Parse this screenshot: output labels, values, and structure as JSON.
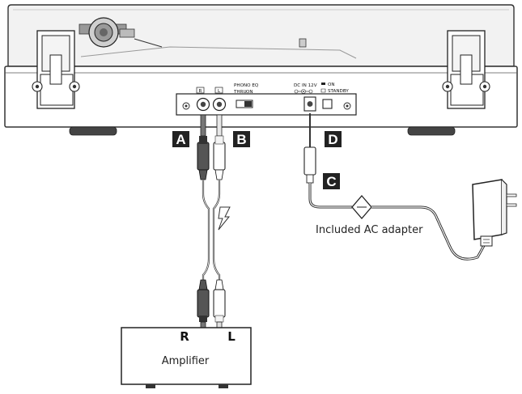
{
  "badges": {
    "a": "A",
    "b": "B",
    "c": "C",
    "d": "D"
  },
  "panel": {
    "r_jack": "R",
    "l_jack": "L",
    "phono_eq": "PHONO EQ",
    "thru": "THRU",
    "on": "ON",
    "dc_in": "DC IN 12V",
    "power_on": "ON",
    "standby": "STANDBY"
  },
  "adapter_label": "Included AC adapter",
  "amplifier": {
    "title": "Amplifier",
    "r": "R",
    "l": "L"
  }
}
